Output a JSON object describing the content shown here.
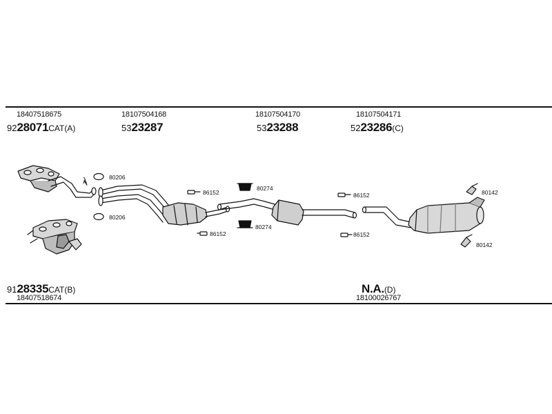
{
  "colors": {
    "ink": "#111111",
    "part_fill": "#d8d8d8",
    "part_shade": "#9a9a9a"
  },
  "top_entries": [
    {
      "oe": "18407518675",
      "prefix": "92",
      "number": "28071",
      "suffix": "CAT(A)"
    },
    {
      "oe": "18107504168",
      "prefix": "53",
      "number": "23287",
      "suffix": ""
    },
    {
      "oe": "18107504170",
      "prefix": "53",
      "number": "23288",
      "suffix": ""
    },
    {
      "oe": "18107504171",
      "prefix": "52",
      "number": "23286",
      "suffix": "(C)"
    }
  ],
  "bottom_entries": [
    {
      "oe": "18407518674",
      "prefix": "91",
      "number": "28335",
      "suffix": "CAT(B)"
    },
    {
      "oe": "18100026767",
      "prefix": "",
      "number": "N.A.",
      "suffix": "(D)"
    }
  ],
  "callouts": [
    {
      "code": "80206",
      "icon": "gasket-ring-icon"
    },
    {
      "code": "80206",
      "icon": "gasket-ring-icon"
    },
    {
      "code": "86152",
      "icon": "clamp-icon"
    },
    {
      "code": "86152",
      "icon": "clamp-icon"
    },
    {
      "code": "80274",
      "icon": "rubber-mount-icon"
    },
    {
      "code": "80274",
      "icon": "rubber-mount-icon"
    },
    {
      "code": "86152",
      "icon": "clamp-icon"
    },
    {
      "code": "86152",
      "icon": "clamp-icon"
    },
    {
      "code": "80142",
      "icon": "hanger-icon"
    },
    {
      "code": "80142",
      "icon": "hanger-icon"
    }
  ],
  "lambda_symbol": "λ"
}
